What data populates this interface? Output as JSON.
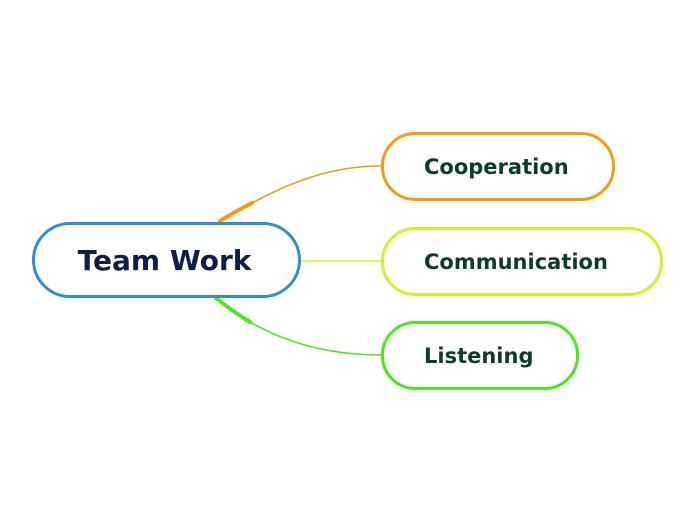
{
  "mindmap": {
    "central": {
      "label": "Team Work",
      "border_color": "#2f8fd0",
      "text_color": "#0d1f4a"
    },
    "topics": [
      {
        "label": "Cooperation",
        "color": "#f39c12"
      },
      {
        "label": "Communication",
        "color": "#d4f02b"
      },
      {
        "label": "Listening",
        "color": "#4ae81f"
      }
    ],
    "topic_text_color": "#0c3d2c"
  }
}
